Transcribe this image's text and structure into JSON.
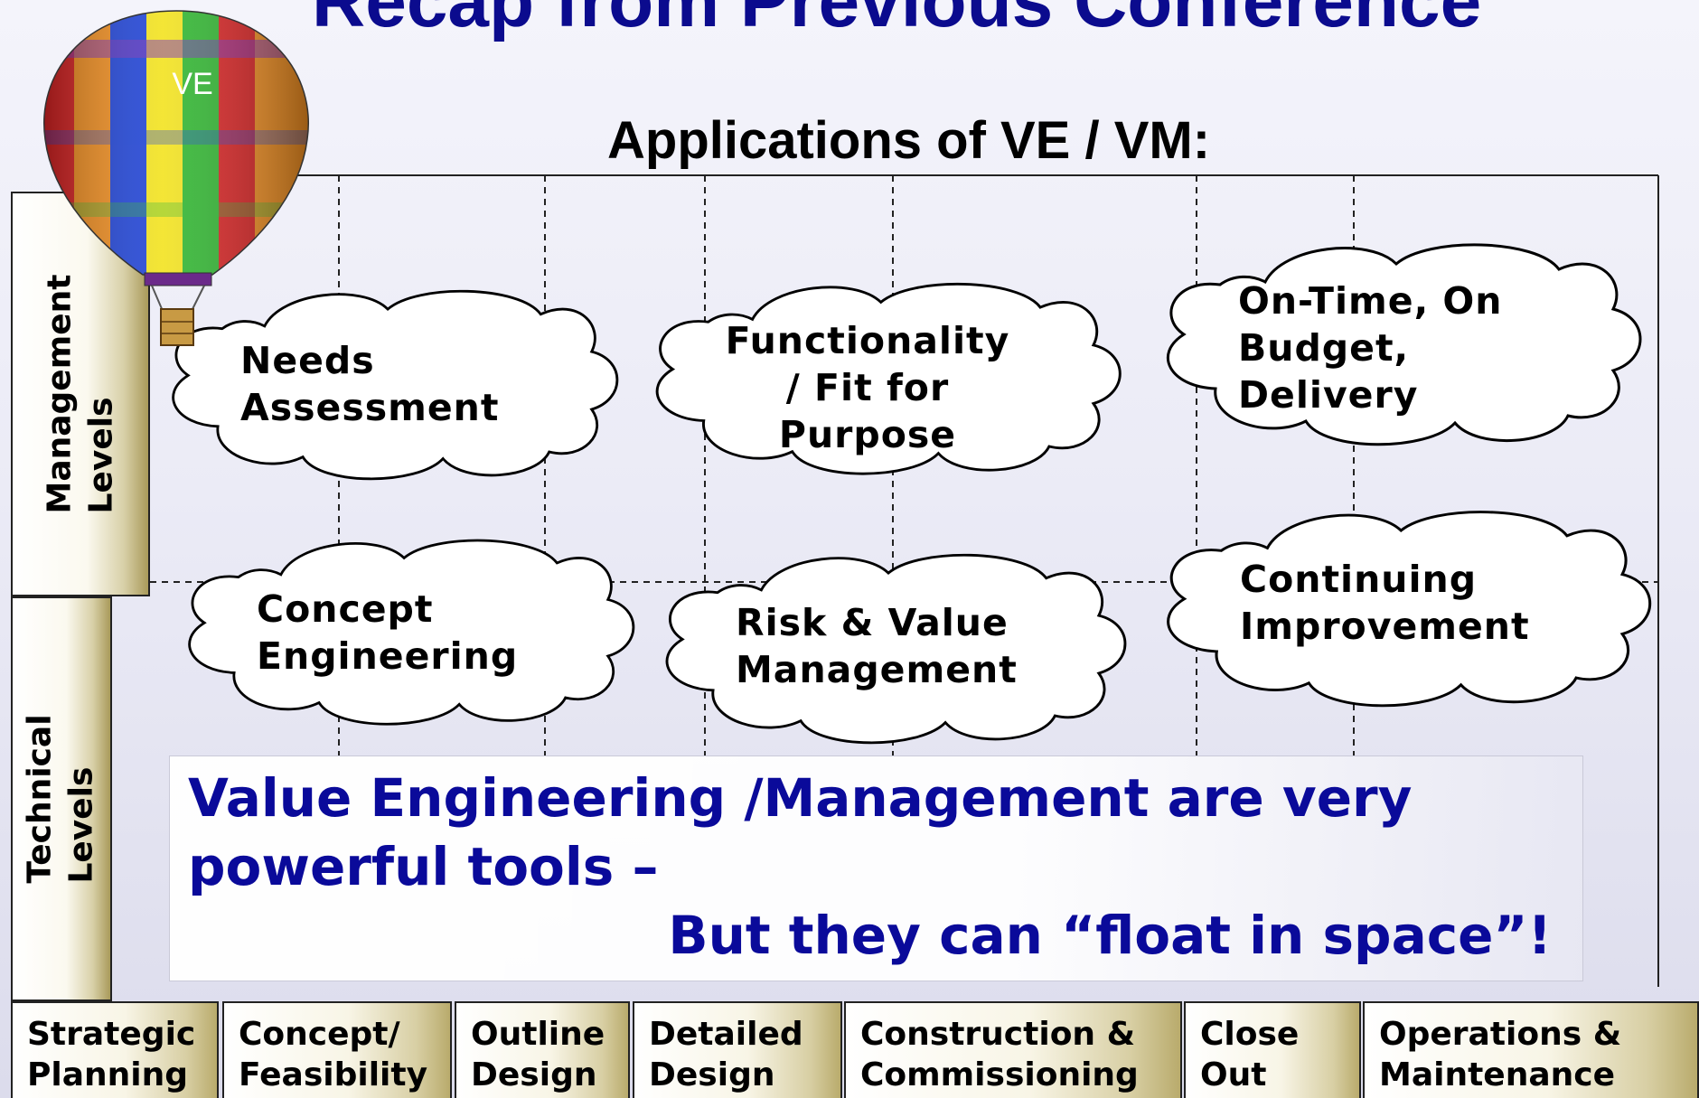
{
  "slide": {
    "title": "Recap from Previous Conference",
    "subtitle": "Applications of VE / VM:"
  },
  "balloon": {
    "label": "VE"
  },
  "levels": {
    "management": "Management\nLevels",
    "technical": "Technical Levels"
  },
  "clouds": {
    "needs_assessment": "Needs\nAssessment",
    "functionality": "Functionality\n/ Fit for\nPurpose",
    "on_time": "On-Time, On\nBudget,\nDelivery",
    "concept_engineering": "Concept\nEngineering",
    "risk_value": "Risk & Value\nManagement",
    "continuing_improvement": "Continuing\nImprovement"
  },
  "message": {
    "line1": "Value Engineering /Management are very",
    "line2": "powerful tools –",
    "line3": "But they can “float in space”!"
  },
  "phases": [
    "Strategic\nPlanning",
    "Concept/\nFeasibility",
    "Outline\nDesign",
    "Detailed\nDesign",
    "Construction &\nCommissioning",
    "Close\nOut",
    "Operations &\nMaintenance"
  ],
  "colors": {
    "title": "#0b0b8e",
    "message": "#0a0a9a",
    "label_gold": "#a99a5a"
  }
}
